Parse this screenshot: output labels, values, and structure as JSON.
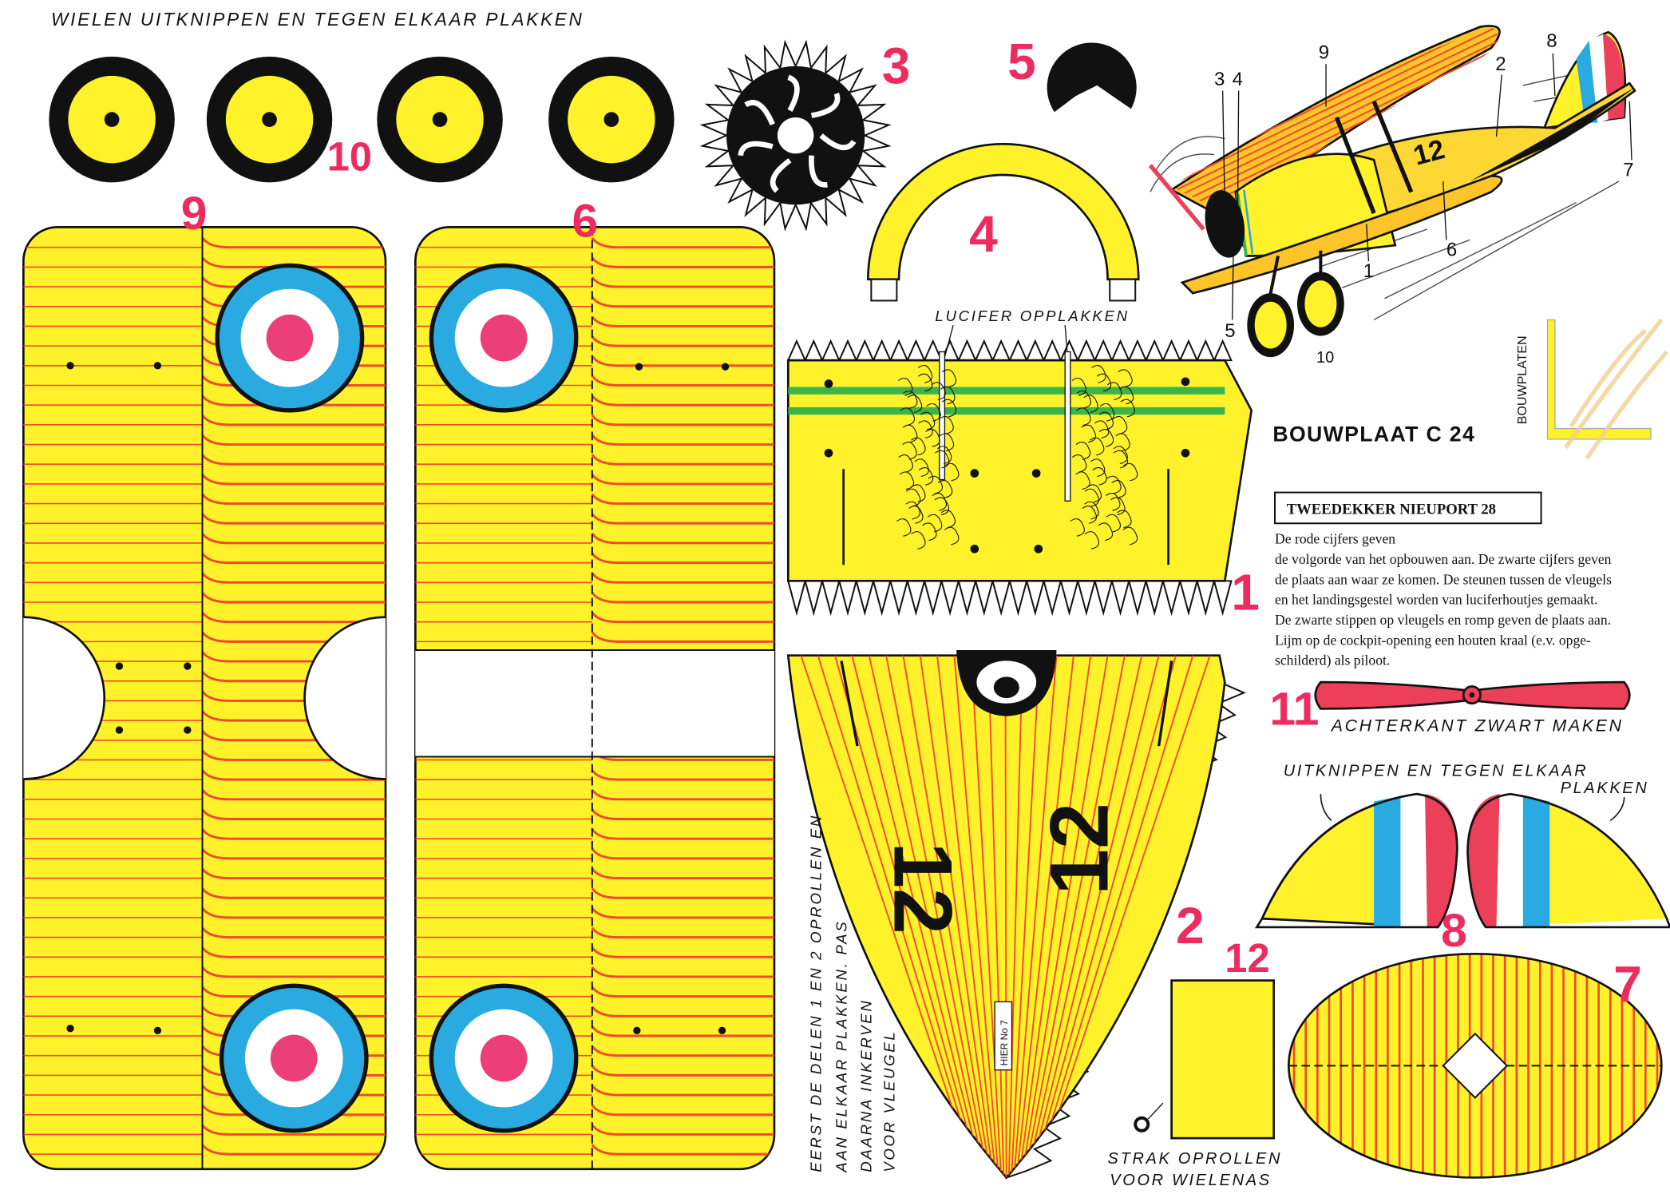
{
  "header": "WIELEN UITKNIPPEN EN TEGEN ELKAAR PLAKKEN",
  "part_numbers": {
    "wheels": "10",
    "wing_lower": "9",
    "wing_upper": "6",
    "engine": "3",
    "spinner": "5",
    "cowl": "4",
    "fuselage": "1",
    "tail": "2",
    "axle": "12",
    "rudder": "8",
    "stabilizer": "7",
    "propeller": "11"
  },
  "labels": {
    "lucifer": "LUCIFER OPPLAKKEN",
    "achterkant": "ACHTERKANT ZWART MAKEN",
    "uitknippen_1": "UITKNIPPEN EN TEGEN ELKAAR",
    "uitknippen_2": "PLAKKEN",
    "strak_1": "STRAK OPROLLEN",
    "strak_2": "VOOR WIELENAS",
    "eerst": [
      "EERST DE DELEN 1 EN 2 OPROLLEN EN",
      "AAN ELKAAR PLAKKEN. PAS",
      "DAARNA INKERVEN",
      "VOOR VLEUGEL"
    ],
    "hier": "HIER No 7",
    "fuselage_number": "12"
  },
  "diagram_labels": {
    "l3": "3",
    "l4": "4",
    "l9": "9",
    "l2": "2",
    "l8": "8",
    "l7": "7",
    "l1": "1",
    "l6": "6",
    "l5": "5",
    "l10": "10",
    "plane_number": "12"
  },
  "title": "BOUWPLAAT C 24",
  "subtitle": "TWEEDEKKER NIEUPORT 28",
  "description": [
    "De rode cijfers geven",
    "de volgorde van het opbouwen aan. De zwarte cijfers geven",
    "de plaats aan waar ze komen. De steunen tussen de vleugels",
    "en het landingsgestel worden van luciferhoutjes gemaakt.",
    "De zwarte stippen op vleugels en romp geven de plaats aan.",
    "Lijm op de cockpit-opening een houten kraal (e.v. opge-",
    "schilderd) als piloot."
  ],
  "logo": "BOUWPLATEN",
  "colors": {
    "yellow": "#fff22a",
    "red_number": "#ec2b5f",
    "stripe": "#ef4a2c",
    "roundel_blue": "#29aae1",
    "roundel_pink": "#ec3f7a",
    "green": "#3bb54a"
  }
}
